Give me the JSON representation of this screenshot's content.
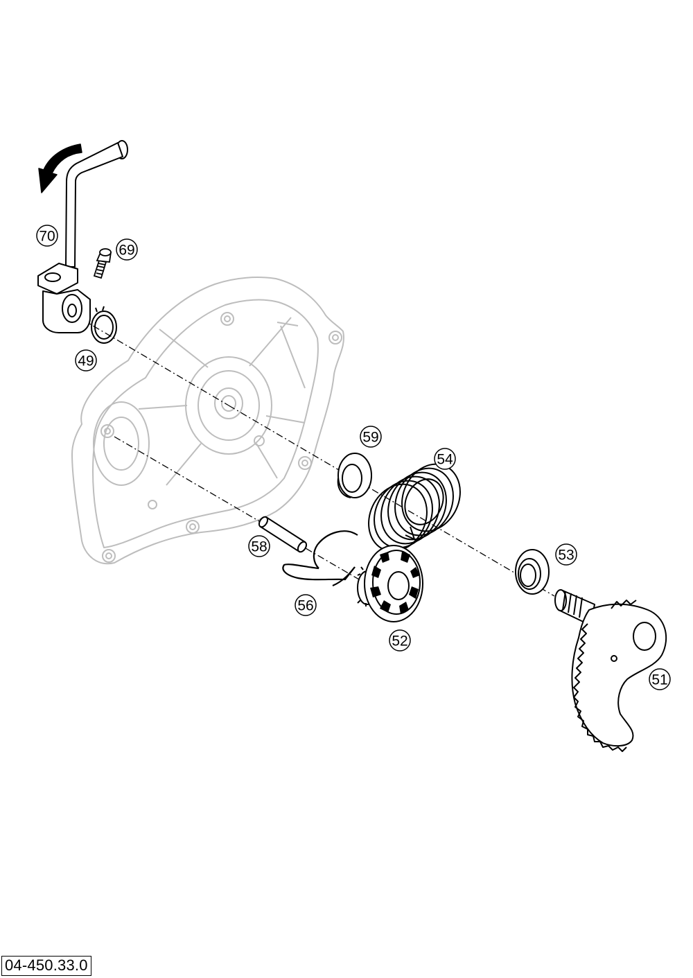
{
  "drawing_number": "04-450.33.0",
  "callouts": {
    "70": "70",
    "69": "69",
    "49": "49",
    "59": "59",
    "54": "54",
    "58": "58",
    "53": "53",
    "56": "56",
    "52": "52",
    "51": "51"
  },
  "colors": {
    "ink": "#000000",
    "ghost": "#bdbdbd",
    "background": "#ffffff"
  },
  "icons": {
    "rotation": "curved-arrow-icon"
  }
}
